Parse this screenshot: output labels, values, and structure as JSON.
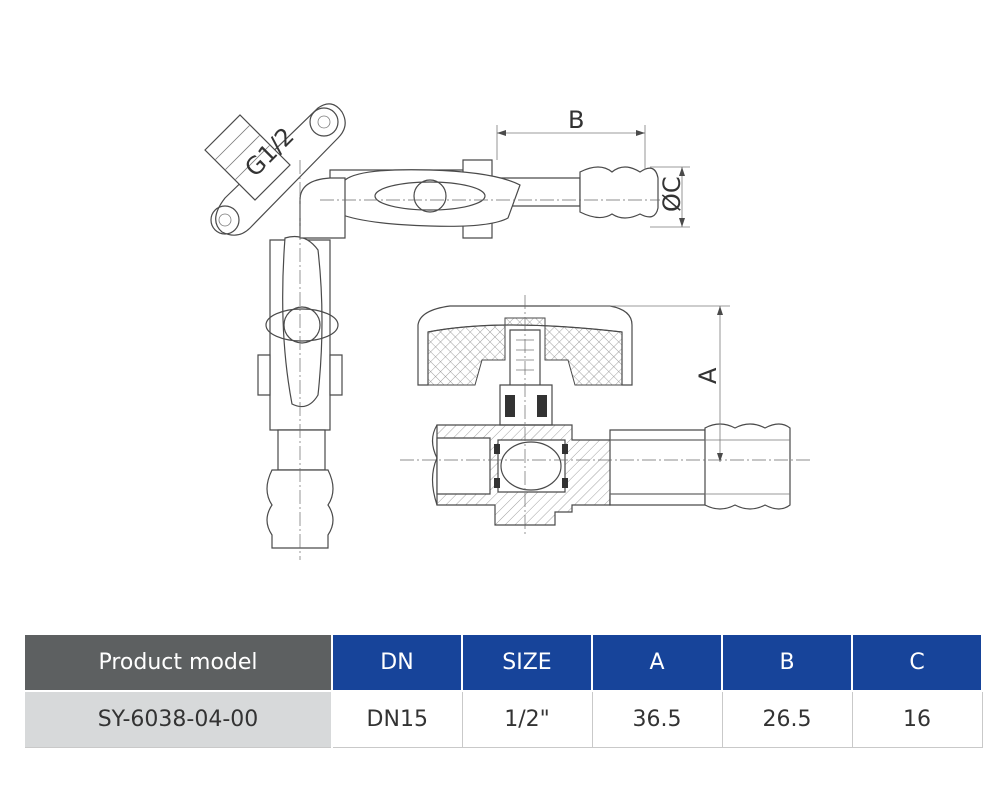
{
  "drawing": {
    "dim_thread": "G1/2",
    "dim_a": "A",
    "dim_b": "B",
    "dim_c": "ØC",
    "colors": {
      "line": "#4a4a4a",
      "hatch": "#8a8a8a"
    }
  },
  "table": {
    "headers": [
      "Product model",
      "DN",
      "SIZE",
      "A",
      "B",
      "C"
    ],
    "rows": [
      [
        "SY-6038-04-00",
        "DN15",
        "1/2\"",
        "36.5",
        "26.5",
        "16"
      ]
    ],
    "colors": {
      "header_model": "#5d6061",
      "header_accent": "#17449a",
      "model_cell": "#d7d9da"
    }
  }
}
